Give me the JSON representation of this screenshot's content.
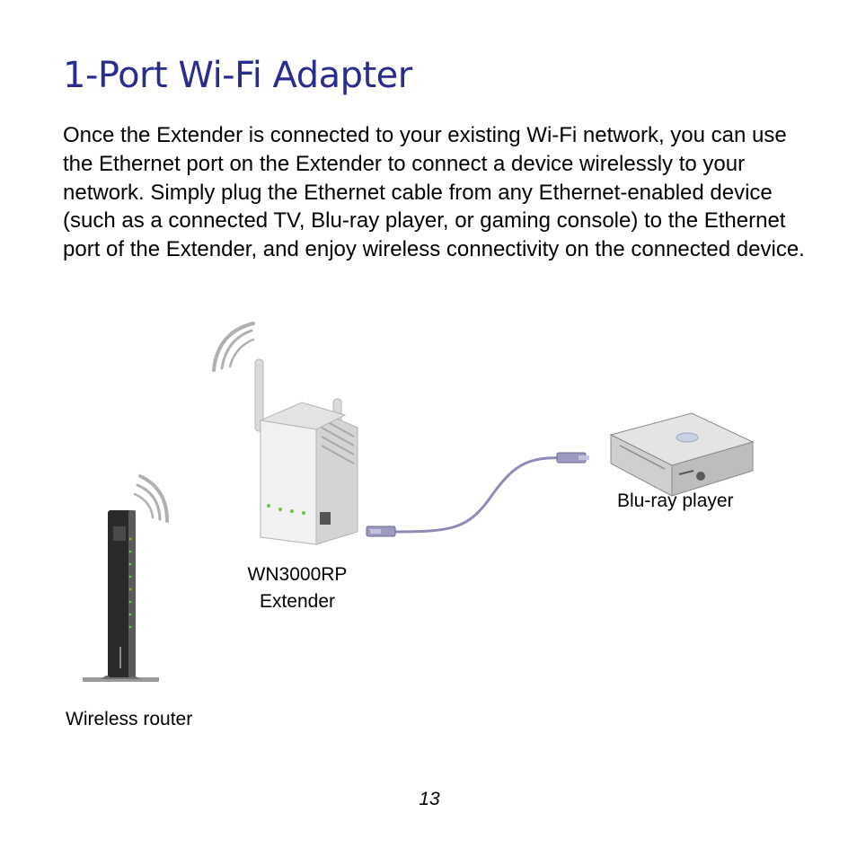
{
  "page": {
    "title": "1-Port Wi-Fi Adapter",
    "body": "Once the Extender is connected to your existing Wi-Fi network, you can use the Ethernet port on the Extender to connect a device wirelessly to your network. Simply plug the Ethernet cable from any Ethernet-enabled device (such as a connected TV, Blu-ray player, or gaming console) to the Ethernet port of the Extender, and enjoy wireless connectivity on the connected device.",
    "page_number": "13"
  },
  "colors": {
    "title": "#2b2c8f",
    "text": "#000000",
    "cable": "#8e8bb8",
    "device_dark": "#2a2a2a",
    "device_light": "#efefef",
    "led": "#6cc24a"
  },
  "diagram": {
    "router_label": "Wireless router",
    "extender_label_model": "WN3000RP",
    "extender_label_name": "Extender",
    "bluray_label": "Blu-ray player"
  }
}
